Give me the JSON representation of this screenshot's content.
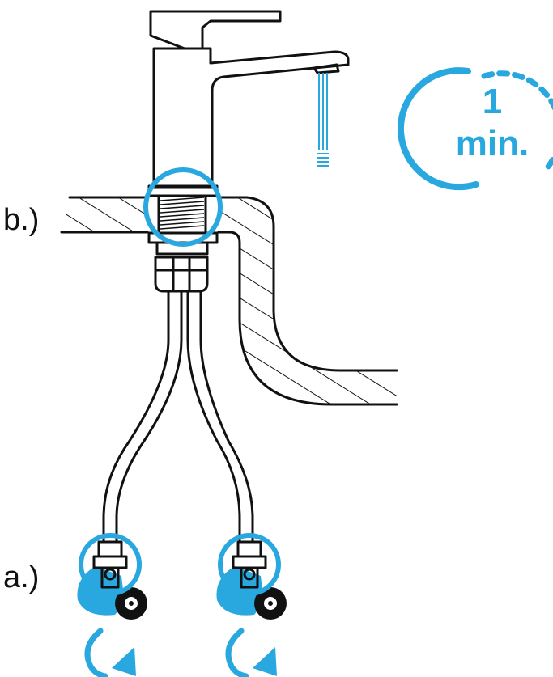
{
  "labels": {
    "b": "b.)",
    "a": "a.)"
  },
  "badge": {
    "number": "1",
    "unit": "min."
  },
  "colors": {
    "accent": "#29A8E0",
    "line": "#111111",
    "background": "#ffffff"
  },
  "icons": {
    "rotate_left": "rotate-clockwise-arrow",
    "rotate_right": "rotate-clockwise-arrow"
  }
}
